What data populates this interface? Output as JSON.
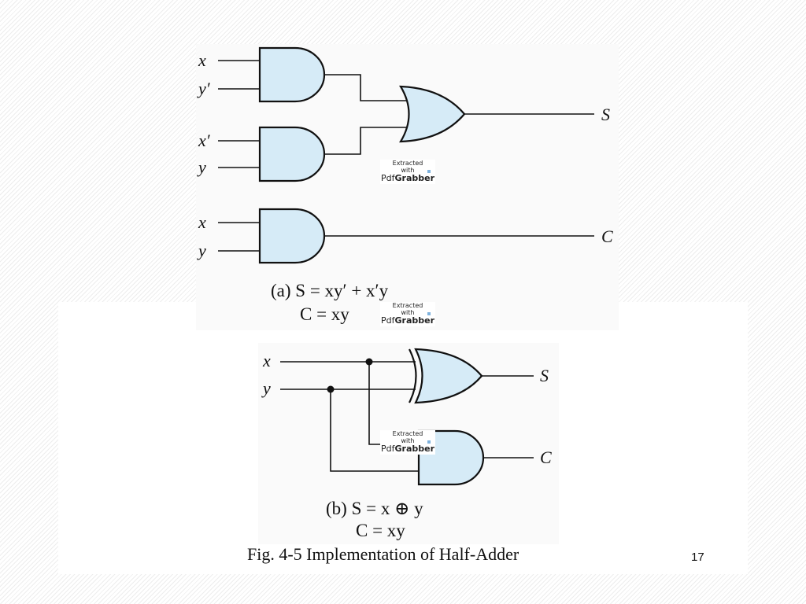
{
  "figure": {
    "panel_a": {
      "inputs": {
        "gate1_top": "x",
        "gate1_bottom": "y′",
        "gate2_top": "x′",
        "gate2_bottom": "y",
        "gate3_top": "x",
        "gate3_bottom": "y"
      },
      "outputs": {
        "sum": "S",
        "carry": "C"
      },
      "formula_line1": "(a) S = xy′ + x′y",
      "formula_line2": "C = xy"
    },
    "panel_b": {
      "inputs": {
        "top": "x",
        "bottom": "y"
      },
      "outputs": {
        "sum": "S",
        "carry": "C"
      },
      "formula_line1": "(b) S = x ⊕ y",
      "formula_line2": "C = xy"
    },
    "caption": "Fig. 4-5  Implementation of Half-Adder"
  },
  "watermark": {
    "line1": "Extracted",
    "line2": "with",
    "brand_light": "Pdf",
    "brand_bold": "Grabber"
  },
  "page_number": "17",
  "colors": {
    "gate_fill": "#d6ebf7",
    "line": "#111111",
    "panel_bg": "#fafafa"
  }
}
